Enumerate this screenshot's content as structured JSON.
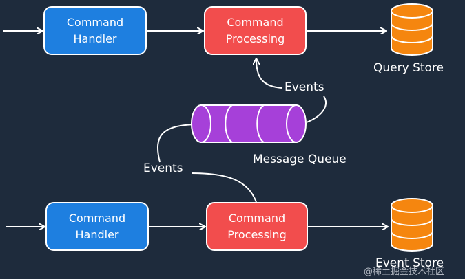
{
  "nodes": {
    "top_handler": "Command\nHandler",
    "top_processing": "Command\nProcessing",
    "query_store": "Query Store",
    "message_queue": "Message Queue",
    "bottom_handler": "Command\nHandler",
    "bottom_processing": "Command\nProcessing",
    "event_store": "Event Store"
  },
  "edges": {
    "events_top": "Events",
    "events_bottom": "Events"
  },
  "watermark": "@稀土掘金技术社区",
  "colors": {
    "background": "#1e2b3c",
    "handler": "#1e7fe0",
    "processing": "#f24d4d",
    "database": "#f5860f",
    "queue": "#a640d9",
    "line": "#ffffff"
  }
}
